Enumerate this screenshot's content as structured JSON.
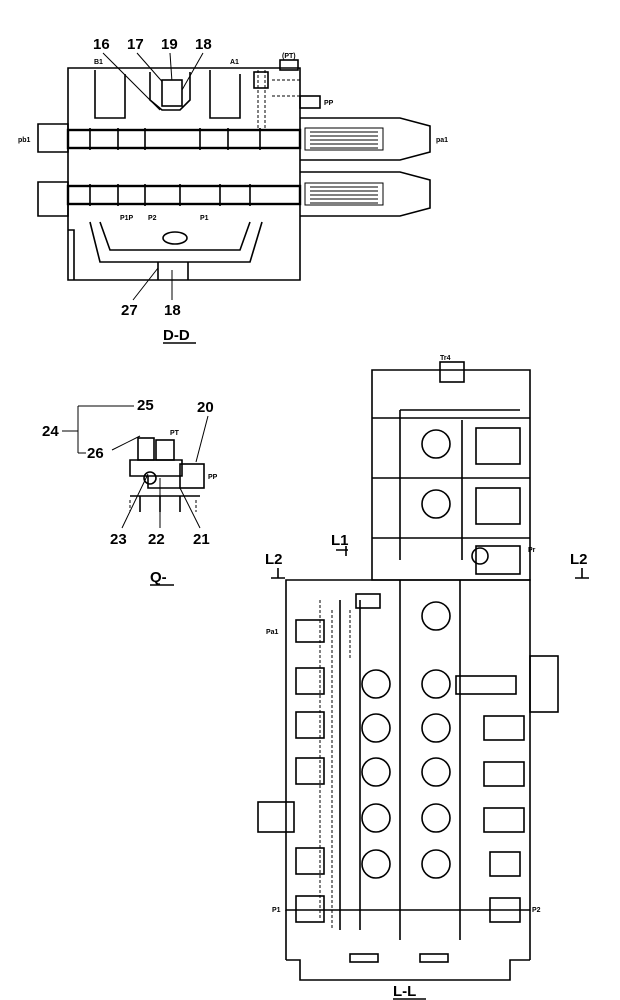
{
  "views": {
    "dd": {
      "title": "D-D",
      "callouts": [
        "16",
        "17",
        "19",
        "18",
        "27",
        "18"
      ],
      "ports": {
        "b1": "B1",
        "a1": "A1",
        "pt": "(PT)",
        "pp": "PP",
        "pb1": "pb1",
        "pa1": "pa1",
        "p1p": "P1P",
        "p2": "P2",
        "p1": "P1"
      }
    },
    "q": {
      "title": "Q-",
      "callouts": [
        "24",
        "25",
        "26",
        "20",
        "23",
        "22",
        "21"
      ],
      "ports": {
        "pt": "PT",
        "pp": "PP"
      }
    },
    "ll": {
      "title": "L-L",
      "section_marks": [
        "L2",
        "L1",
        "L2"
      ],
      "ports": {
        "tr4": "Tr4",
        "pr": "Pr",
        "pa1": "Pa1",
        "p1": "P1",
        "p2": "P2"
      }
    }
  }
}
